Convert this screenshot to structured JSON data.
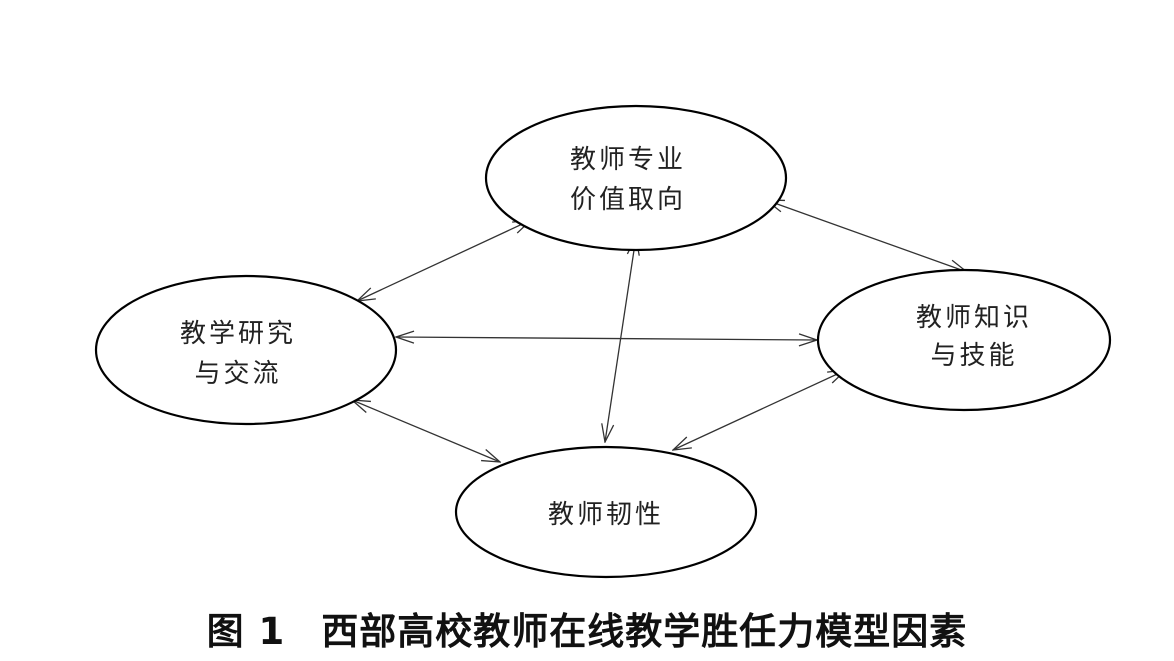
{
  "diagram": {
    "nodes": {
      "value": {
        "lines": [
          "教师专业",
          "价值取向"
        ]
      },
      "research": {
        "lines": [
          "教学研究",
          "与交流"
        ]
      },
      "knowledge": {
        "lines": [
          "教师知识",
          "与技能"
        ]
      },
      "resilience": {
        "lines": [
          "教师韧性"
        ]
      }
    },
    "edges": [
      {
        "from": "value",
        "to": "research",
        "bidirectional": true
      },
      {
        "from": "value",
        "to": "knowledge",
        "bidirectional": true
      },
      {
        "from": "value",
        "to": "resilience",
        "bidirectional": true
      },
      {
        "from": "research",
        "to": "knowledge",
        "bidirectional": true
      },
      {
        "from": "research",
        "to": "resilience",
        "bidirectional": true
      },
      {
        "from": "knowledge",
        "to": "resilience",
        "bidirectional": true
      }
    ]
  },
  "caption": {
    "figure_number": "图 1",
    "title": "西部高校教师在线教学胜任力模型因素"
  }
}
